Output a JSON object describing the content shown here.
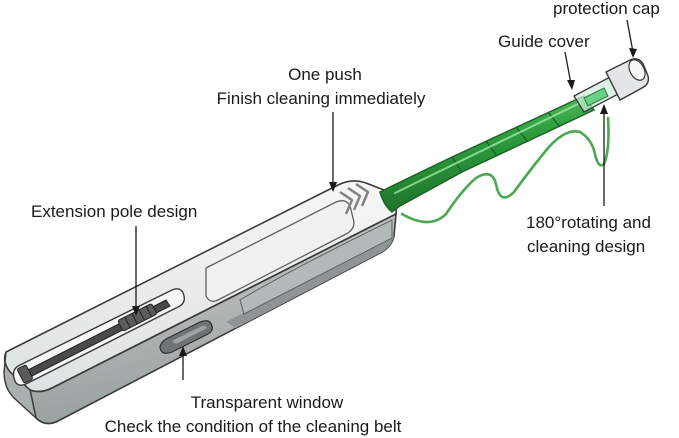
{
  "labels": {
    "protection_cap": "protection cap",
    "guide_cover": "Guide cover",
    "one_push_line1": "One push",
    "one_push_line2": "Finish cleaning immediately",
    "extension_pole": "Extension pole design",
    "rotating_line1": "180°rotating and",
    "rotating_line2": "cleaning design",
    "transparent_line1": "Transparent window",
    "transparent_line2": "Check the condition of the cleaning belt"
  },
  "colors": {
    "body_light": "#e6ebea",
    "body_shade": "#bcc1c0",
    "body_dark": "#8f9594",
    "outline": "#3a3a3a",
    "tube_green": "#2e9e3e",
    "tube_green_light": "#5cc46a",
    "tube_green_dark": "#1d6f2a",
    "cable_green": "#4aa84e",
    "cap_gray": "#d9dcdc",
    "pole_dark": "#4a4a4a"
  }
}
